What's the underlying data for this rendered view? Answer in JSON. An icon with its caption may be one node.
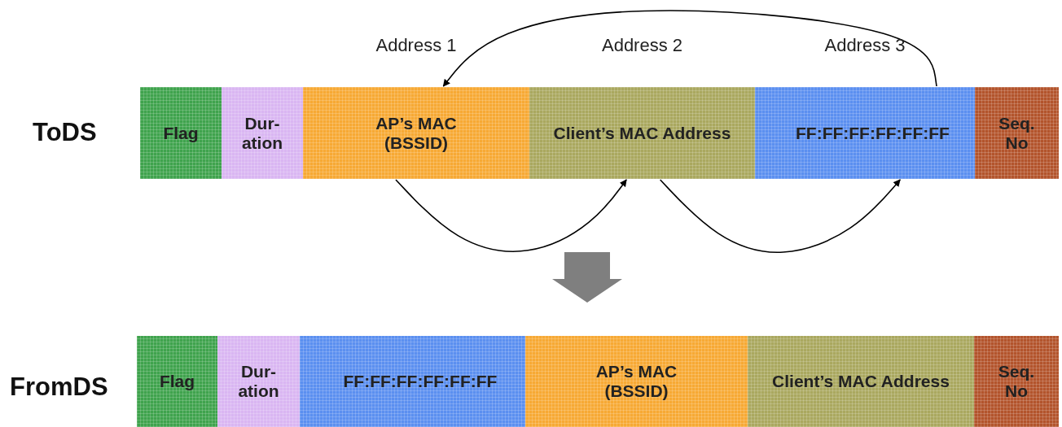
{
  "diagram": {
    "nodes": [
      {
        "text": [
          "Flag"
        ]
      },
      {
        "text": [
          "Dur- ation"
        ]
      },
      {
        "text": [
          "AP’s MAC (BSSID)"
        ],
        "beside": [
          "Address 1"
        ]
      },
      {
        "text": [
          "Client’s MAC Address"
        ],
        "beside": [
          "Address 2"
        ]
      },
      {
        "text": [
          "FF:FF:FF:FF:FF:FF"
        ],
        "beside": [
          "Address 3"
        ]
      },
      {
        "text": [
          "Seq. No"
        ]
      },
      {
        "text": [
          "Flag"
        ]
      },
      {
        "text": [
          "Dur- ation"
        ]
      },
      {
        "text": [
          "FF:FF:FF:FF:FF:FF"
        ]
      },
      {
        "text": [
          "AP’s MAC (BSSID)"
        ]
      },
      {
        "text": [
          "Client’s MAC Address"
        ]
      },
      {
        "text": [
          "Seq. No"
        ]
      }
    ],
    "edges": [
      {
        "from": 4,
        "to": 2,
        "arrow": "to"
      },
      {
        "from": 2,
        "to": 3,
        "arrow": "to"
      },
      {
        "from": 3,
        "to": 4,
        "arrow": "to"
      }
    ],
    "labels": [
      "ToDS",
      "FromDS"
    ]
  }
}
